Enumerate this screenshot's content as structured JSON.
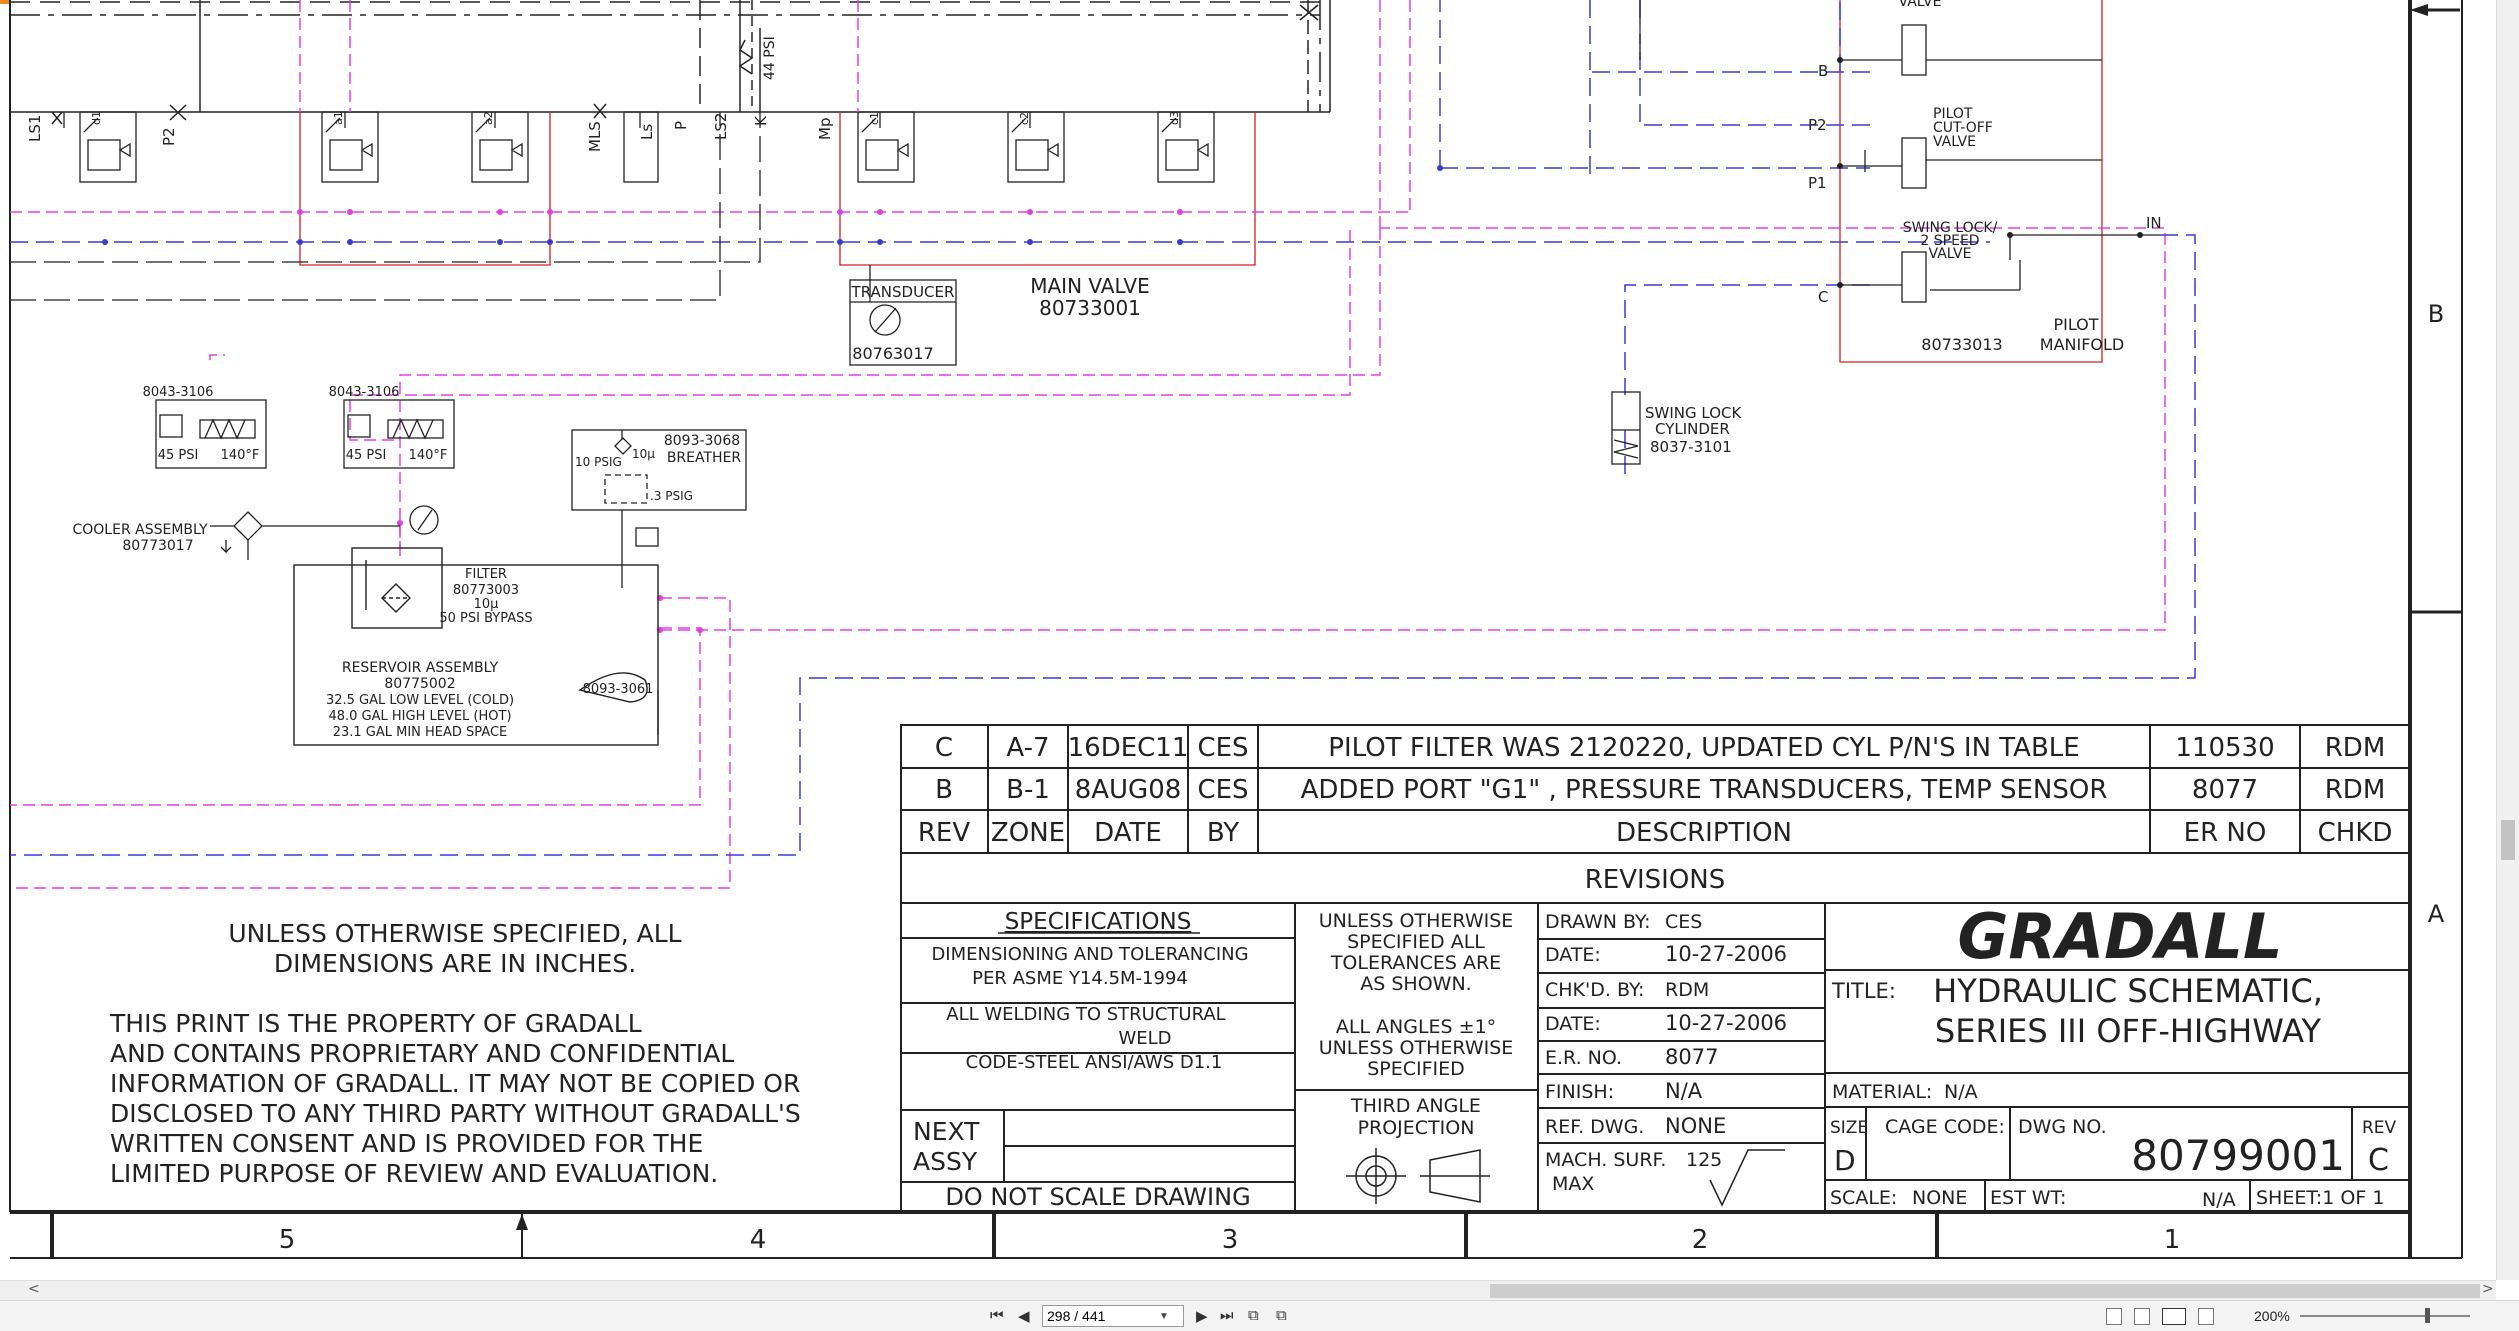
{
  "viewer": {
    "page_current": "298 / 441",
    "zoom": "200%"
  },
  "schematic": {
    "port_labels": {
      "ls1": "LS1",
      "p2": "P2",
      "mls": "MLS",
      "ls": "Ls",
      "p": "P",
      "ls2": "LS2",
      "k": "K",
      "mp": "Mp",
      "b": "B",
      "p2r": "P2",
      "p1": "P1",
      "c": "C",
      "in": "IN",
      "valve_top": "VALVE",
      "psi44": "44 PSI"
    },
    "transducer": {
      "title": "TRANSDUCER",
      "pn": "80763017"
    },
    "main_valve": {
      "title": "MAIN VALVE",
      "pn": "80733001"
    },
    "pilot_cutoff": {
      "l1": "PILOT",
      "l2": "CUT-OFF",
      "l3": "VALVE"
    },
    "swing_lock_valve": {
      "l1": "SWING LOCK/",
      "l2": "2 SPEED",
      "l3": "VALVE"
    },
    "pilot_manifold": {
      "title": "PILOT",
      "pn": "80733013",
      "sub": "MANIFOLD"
    },
    "swing_cylinder": {
      "l1": "SWING LOCK",
      "l2": "CYLINDER",
      "l3": "8037-3101"
    },
    "thermo_valve_1": {
      "pn": "8043-3106",
      "psi": "45 PSI",
      "temp": "140°F"
    },
    "thermo_valve_2": {
      "pn": "8043-3106",
      "psi": "45 PSI",
      "temp": "140°F"
    },
    "breather": {
      "pn": "8093-3068",
      "title": "BREATHER",
      "psi10": "10 PSIG",
      "micron": "10µ",
      "psi3": ".3 PSIG"
    },
    "cooler": {
      "title": "COOLER ASSEMBLY",
      "pn": "80773017"
    },
    "filter": {
      "title": "FILTER",
      "pn": "80773003",
      "micron": "10µ",
      "bypass": "50 PSI BYPASS"
    },
    "reservoir": {
      "title": "RESERVOIR ASSEMBLY",
      "pn": "80775002",
      "l1": "32.5 GAL LOW LEVEL (COLD)",
      "l2": "48.0 GAL HIGH LEVEL (HOT)",
      "l3": "23.1 GAL MIN HEAD SPACE",
      "sensor": "8093-3061"
    }
  },
  "notes": {
    "dims_1": "UNLESS OTHERWISE SPECIFIED, ALL",
    "dims_2": "DIMENSIONS ARE IN INCHES.",
    "prop": [
      "THIS PRINT IS THE PROPERTY OF GRADALL",
      "AND CONTAINS PROPRIETARY AND CONFIDENTIAL",
      "INFORMATION OF GRADALL. IT MAY NOT BE COPIED OR",
      "DISCLOSED TO ANY THIRD PARTY WITHOUT GRADALL'S",
      "WRITTEN CONSENT AND IS PROVIDED FOR THE",
      "LIMITED PURPOSE OF REVIEW AND EVALUATION."
    ]
  },
  "revisions": {
    "rows": [
      {
        "rev": "C",
        "zone": "A-7",
        "date": "16DEC11",
        "by": "CES",
        "desc": "PILOT FILTER WAS 2120220, UPDATED CYL P/N'S IN TABLE",
        "er": "110530",
        "chkd": "RDM"
      },
      {
        "rev": "B",
        "zone": "B-1",
        "date": "8AUG08",
        "by": "CES",
        "desc": "ADDED PORT \"G1\" , PRESSURE TRANSDUCERS, TEMP SENSOR",
        "er": "8077",
        "chkd": "RDM"
      }
    ],
    "header": {
      "rev": "REV",
      "zone": "ZONE",
      "date": "DATE",
      "by": "BY",
      "desc": "DESCRIPTION",
      "er": "ER NO",
      "chkd": "CHKD"
    },
    "title": "REVISIONS"
  },
  "titleblock": {
    "specs_title": "SPECIFICATIONS",
    "spec1a": "DIMENSIONING AND TOLERANCING",
    "spec1b": "PER ASME Y14.5M-1994",
    "spec2a": "ALL WELDING TO STRUCTURAL",
    "spec2b": "WELD",
    "spec2c": "CODE-STEEL ANSI/AWS D1.1",
    "next": "NEXT",
    "assy": "ASSY",
    "noscale": "DO NOT SCALE DRAWING",
    "tol1": "UNLESS OTHERWISE",
    "tol2": "SPECIFIED ALL",
    "tol3": "TOLERANCES ARE",
    "tol4": "AS SHOWN.",
    "ang1": "ALL ANGLES ±1°",
    "ang2": "UNLESS OTHERWISE",
    "ang3": "SPECIFIED",
    "third1": "THIRD ANGLE",
    "third2": "PROJECTION",
    "drawn_by_l": "DRAWN BY:",
    "drawn_by": "CES",
    "date1_l": "DATE:",
    "date1": "10-27-2006",
    "chkd_by_l": "CHK'D. BY:",
    "chkd_by": "RDM",
    "date2_l": "DATE:",
    "date2": "10-27-2006",
    "er_l": "E.R. NO.",
    "er": "8077",
    "finish_l": "FINISH:",
    "finish": "N/A",
    "ref_l": "REF. DWG.",
    "ref": "NONE",
    "mach_l1": "MACH. SURF.",
    "mach_l2": "MAX",
    "mach": "125",
    "company": "GRADALL",
    "title_l": "TITLE:",
    "title1": "HYDRAULIC SCHEMATIC,",
    "title2": "SERIES III OFF-HIGHWAY",
    "material_l": "MATERIAL:",
    "material": "N/A",
    "size_l": "SIZE",
    "size": "D",
    "cage_l": "CAGE CODE:",
    "dwg_l": "DWG NO.",
    "dwg": "80799001",
    "rev_l": "REV",
    "rev": "C",
    "scale_l": "SCALE:",
    "scale": "NONE",
    "estwt_l": "EST WT:",
    "estwt": "N/A",
    "sheet": "SHEET:1 OF 1"
  },
  "border": {
    "zones_bottom": [
      "5",
      "4",
      "3",
      "2",
      "1"
    ],
    "zones_right": [
      "B",
      "A"
    ]
  },
  "colors": {
    "magenta": "#e040e0",
    "blue": "#3a3ad0",
    "red": "#d02020",
    "ink": "#222222"
  }
}
